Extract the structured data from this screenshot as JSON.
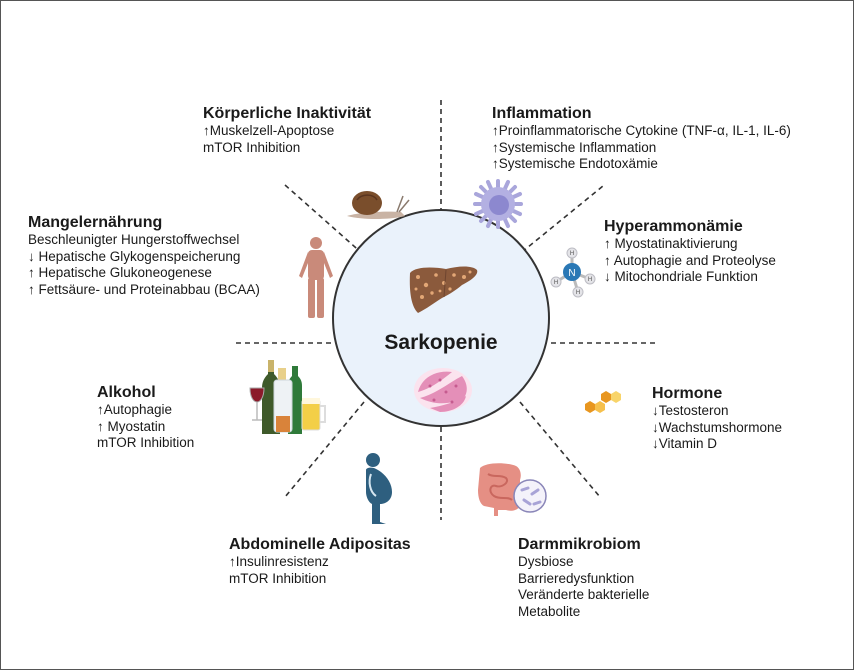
{
  "center": {
    "title": "Sarkopenie",
    "icons": [
      "liver-icon",
      "muscle-tissue-icon"
    ],
    "fill_color": "#eaf2fb"
  },
  "factors": {
    "inaktivitaet": {
      "title": "Körperliche Inaktivität",
      "lines": [
        "↑Muskelzell-Apoptose",
        "mTOR Inhibition"
      ],
      "icon": "snail-icon"
    },
    "inflammation": {
      "title": "Inflammation",
      "lines": [
        "↑Proinflammatorische Cytokine (TNF-α, IL-1, IL-6)",
        "↑Systemische Inflammation",
        "↑Systemische Endotoxämie"
      ],
      "icon": "immune-cell-icon"
    },
    "mangelernaehrung": {
      "title": "Mangelernährung",
      "lines": [
        "Beschleunigter Hungerstoffwechsel",
        "↓ Hepatische Glykogenspeicherung",
        "↑ Hepatische Glukoneogenese",
        "↑ Fettsäure- und Proteinabbau (BCAA)"
      ],
      "icon": "human-body-icon"
    },
    "hyperammonaemie": {
      "title": "Hyperammonämie",
      "lines": [
        "↑ Myostatinaktivierung",
        "↑ Autophagie and Proteolyse",
        "↓ Mitochondriale Funktion"
      ],
      "icon": "ammonium-molecule-icon",
      "molecule_labels": {
        "center": "N",
        "outer": "H"
      }
    },
    "alkohol": {
      "title": "Alkohol",
      "lines": [
        "↑Autophagie",
        "↑ Myostatin",
        "mTOR Inhibition"
      ],
      "icon": "alcohol-bottles-icon"
    },
    "hormone": {
      "title": "Hormone",
      "lines": [
        "↓Testosteron",
        "↓Wachstumshormone",
        "↓Vitamin D"
      ],
      "icon": "hexagon-molecule-icon"
    },
    "adipositas": {
      "title": "Abdominelle Adipositas",
      "lines": [
        "↑Insulinresistenz",
        "mTOR Inhibition"
      ],
      "icon": "obese-person-icon"
    },
    "darmmikrobiom": {
      "title": "Darmmikrobiom",
      "lines": [
        "Dysbiose",
        "Barrieredysfunktion",
        "Veränderte bakterielle",
        "Metabolite"
      ],
      "icon": "intestine-bacteria-icon"
    }
  },
  "colors": {
    "text": "#1a1a1a",
    "divider": "#333333",
    "liver": "#8b5a3c",
    "muscle": "#e48fb8",
    "immune_cell": "#a9a6db",
    "nitrogen": "#2a78b5",
    "hexagon": "#f2a93b",
    "obese_person": "#2e5f7f",
    "body": "#c98a7a",
    "intestine": "#e58f84"
  }
}
